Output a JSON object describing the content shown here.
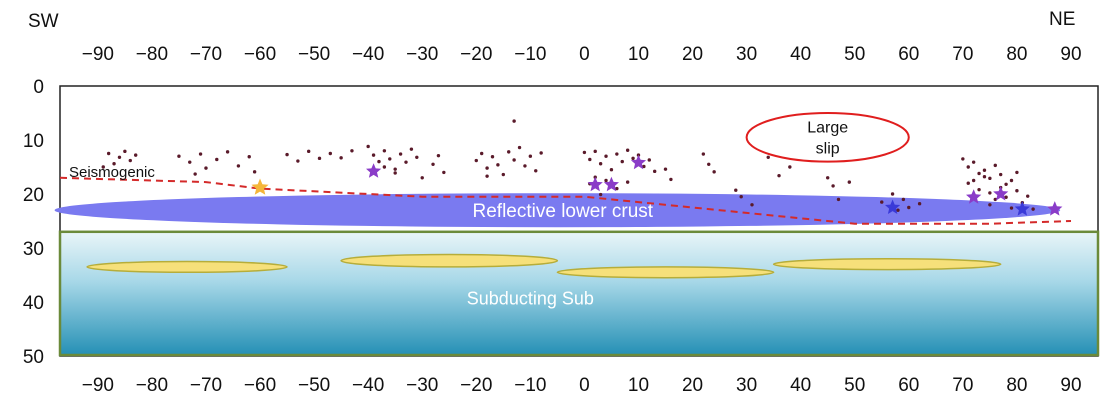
{
  "chart_data": {
    "type": "scatter",
    "x_ticks": [
      "−90",
      "−80",
      "−70",
      "−60",
      "−50",
      "−40",
      "−30",
      "−20",
      "−10",
      "0",
      "10",
      "20",
      "30",
      "40",
      "50",
      "60",
      "70",
      "80",
      "90"
    ],
    "y_ticks": [
      "0",
      "10",
      "20",
      "30",
      "40",
      "50"
    ],
    "xlim": [
      -97,
      95
    ],
    "ylim": [
      0,
      50
    ],
    "y_inverted": true,
    "directions": {
      "left": "SW",
      "right": "NE"
    },
    "annotations": {
      "large_slip": [
        "Large",
        "slip"
      ],
      "seismogenic": "Seismogenic",
      "reflective_lower_crust": "Reflective lower crust",
      "subducting_slab": "Subducting Sub"
    },
    "colors": {
      "seismicity": "#5a1a2a",
      "star_large": "#f5b63a",
      "star_small": "#8a3cc8",
      "star_deep": "#3a3ad8",
      "reflective_crust": "#7a7af0",
      "slab_top": "#e9f5f8",
      "slab_bottom": "#2590b5",
      "slab_border": "#6b8a3a",
      "lens_fill": "#f6e07a",
      "lens_border": "#b6ad3a",
      "seismogenic_line": "#d42a2a",
      "slip_ellipse": "#e01e1e"
    },
    "reflective_crust_depth": 23,
    "slab_depth_range": [
      27,
      50
    ],
    "slip_region": {
      "x": [
        30,
        60
      ],
      "y": [
        5,
        14
      ]
    },
    "lenses": [
      {
        "x": [
          -92,
          -55
        ],
        "y": [
          32.5,
          34.5
        ]
      },
      {
        "x": [
          -45,
          -5
        ],
        "y": [
          31.2,
          33.5
        ]
      },
      {
        "x": [
          -5,
          35
        ],
        "y": [
          33.5,
          35.5
        ]
      },
      {
        "x": [
          35,
          77
        ],
        "y": [
          32,
          34
        ]
      }
    ],
    "seismogenic_line": [
      [
        -97,
        17
      ],
      [
        -70,
        17.8
      ],
      [
        -60,
        19
      ],
      [
        -30,
        20.5
      ],
      [
        0,
        20.5
      ],
      [
        10,
        21.5
      ],
      [
        30,
        23.5
      ],
      [
        50,
        25.5
      ],
      [
        62,
        25.5
      ],
      [
        75,
        25.5
      ],
      [
        90,
        25
      ]
    ],
    "stars": [
      {
        "x": -60,
        "y": 18.8,
        "kind": "large"
      },
      {
        "x": -39,
        "y": 15.8,
        "kind": "small"
      },
      {
        "x": 2,
        "y": 18.3,
        "kind": "small"
      },
      {
        "x": 5,
        "y": 18.3,
        "kind": "small"
      },
      {
        "x": 10,
        "y": 14.2,
        "kind": "small"
      },
      {
        "x": 57,
        "y": 22.5,
        "kind": "deep"
      },
      {
        "x": 72,
        "y": 20.6,
        "kind": "small"
      },
      {
        "x": 77,
        "y": 20.0,
        "kind": "small"
      },
      {
        "x": 81,
        "y": 22.8,
        "kind": "deep"
      },
      {
        "x": 87,
        "y": 22.8,
        "kind": "small"
      }
    ],
    "seismicity": [
      [
        -88,
        12.5
      ],
      [
        -86,
        13.2
      ],
      [
        -85,
        12.1
      ],
      [
        -84,
        13.8
      ],
      [
        -87,
        14.4
      ],
      [
        -83,
        12.8
      ],
      [
        -89,
        15.0
      ],
      [
        -75,
        13.0
      ],
      [
        -73,
        14.1
      ],
      [
        -71,
        12.6
      ],
      [
        -70,
        15.2
      ],
      [
        -68,
        13.6
      ],
      [
        -66,
        12.2
      ],
      [
        -64,
        14.8
      ],
      [
        -62,
        13.1
      ],
      [
        -61,
        15.9
      ],
      [
        -72,
        16.3
      ],
      [
        -55,
        12.7
      ],
      [
        -53,
        13.9
      ],
      [
        -51,
        12.1
      ],
      [
        -49,
        13.4
      ],
      [
        -47,
        12.5
      ],
      [
        -45,
        13.3
      ],
      [
        -43,
        12.0
      ],
      [
        -40,
        11.2
      ],
      [
        -39,
        12.8
      ],
      [
        -38,
        14.0
      ],
      [
        -37,
        12.0
      ],
      [
        -36,
        13.5
      ],
      [
        -35,
        15.4
      ],
      [
        -34,
        12.6
      ],
      [
        -33,
        14.1
      ],
      [
        -32,
        11.7
      ],
      [
        -35,
        16.1
      ],
      [
        -37,
        15.0
      ],
      [
        -31,
        13.2
      ],
      [
        -28,
        14.5
      ],
      [
        -27,
        12.9
      ],
      [
        -26,
        16.0
      ],
      [
        -30,
        17.0
      ],
      [
        -20,
        13.8
      ],
      [
        -19,
        12.5
      ],
      [
        -18,
        15.2
      ],
      [
        -17,
        13.1
      ],
      [
        -16,
        14.6
      ],
      [
        -15,
        16.4
      ],
      [
        -14,
        12.2
      ],
      [
        -13,
        13.7
      ],
      [
        -13,
        6.5
      ],
      [
        -12,
        11.4
      ],
      [
        -11,
        14.8
      ],
      [
        -10,
        13.0
      ],
      [
        -9,
        15.7
      ],
      [
        -8,
        12.4
      ],
      [
        -18,
        16.7
      ],
      [
        0,
        12.3
      ],
      [
        1,
        13.6
      ],
      [
        2,
        12.1
      ],
      [
        3,
        14.4
      ],
      [
        4,
        13.0
      ],
      [
        5,
        15.5
      ],
      [
        6,
        12.6
      ],
      [
        7,
        14.0
      ],
      [
        8,
        11.9
      ],
      [
        9,
        13.4
      ],
      [
        10,
        12.8
      ],
      [
        11,
        14.9
      ],
      [
        12,
        13.7
      ],
      [
        13,
        15.8
      ],
      [
        2,
        16.9
      ],
      [
        4,
        17.5
      ],
      [
        1,
        18.1
      ],
      [
        6,
        19.0
      ],
      [
        3,
        20.1
      ],
      [
        8,
        17.8
      ],
      [
        15,
        15.4
      ],
      [
        16,
        17.3
      ],
      [
        22,
        12.6
      ],
      [
        23,
        14.5
      ],
      [
        24,
        15.9
      ],
      [
        28,
        19.3
      ],
      [
        29,
        20.5
      ],
      [
        31,
        22.0
      ],
      [
        34,
        13.2
      ],
      [
        36,
        16.6
      ],
      [
        38,
        15.0
      ],
      [
        45,
        17.0
      ],
      [
        46,
        18.5
      ],
      [
        47,
        21.0
      ],
      [
        49,
        17.8
      ],
      [
        55,
        21.5
      ],
      [
        57,
        20.0
      ],
      [
        58,
        23.0
      ],
      [
        59,
        21.0
      ],
      [
        60,
        22.5
      ],
      [
        62,
        21.8
      ],
      [
        70,
        13.5
      ],
      [
        71,
        15.0
      ],
      [
        72,
        14.1
      ],
      [
        73,
        16.2
      ],
      [
        74,
        15.6
      ],
      [
        75,
        17.1
      ],
      [
        76,
        14.7
      ],
      [
        77,
        16.4
      ],
      [
        78,
        18.2
      ],
      [
        79,
        17.5
      ],
      [
        71,
        18.0
      ],
      [
        73,
        19.2
      ],
      [
        75,
        19.8
      ],
      [
        76,
        21.0
      ],
      [
        78,
        20.6
      ],
      [
        80,
        19.4
      ],
      [
        81,
        21.6
      ],
      [
        79,
        22.6
      ],
      [
        82,
        20.4
      ],
      [
        83,
        22.8
      ],
      [
        74,
        16.8
      ],
      [
        72,
        17.5
      ],
      [
        77,
        18.8
      ],
      [
        80,
        16.0
      ],
      [
        75,
        22.0
      ]
    ]
  }
}
